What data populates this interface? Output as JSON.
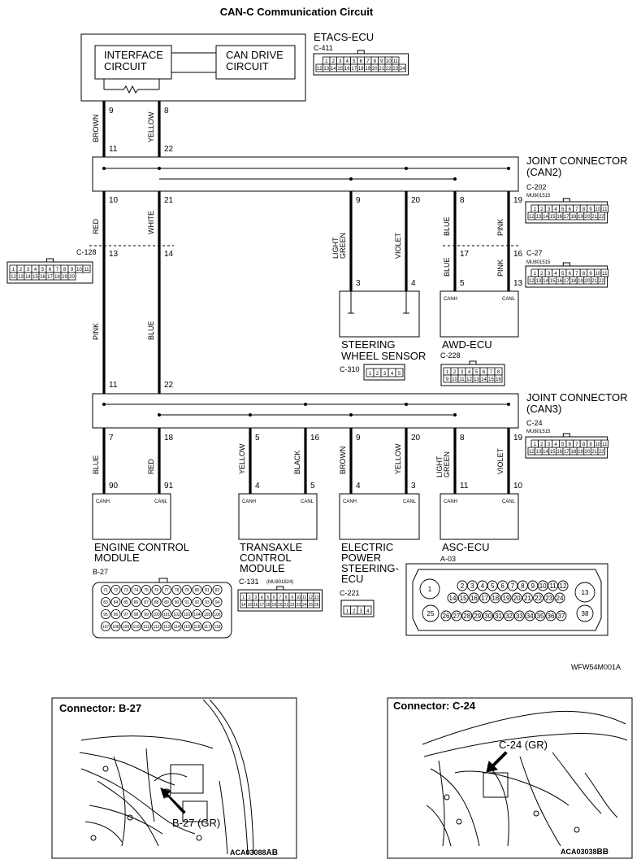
{
  "title": "CAN-C Communication Circuit",
  "etacs": {
    "name": "ETACS-ECU",
    "connector": "C-411",
    "interface": [
      "INTERFACE",
      "CIRCUIT"
    ],
    "can_drive": [
      "CAN DRIVE",
      "CIRCUIT"
    ],
    "pins": [
      "9",
      "8"
    ],
    "conn_row1": [
      "1",
      "2",
      "3",
      "4",
      "5",
      "6",
      "7",
      "8",
      "9",
      "10",
      "11"
    ],
    "conn_row2": [
      "12",
      "13",
      "14",
      "15",
      "16",
      "17",
      "18",
      "19",
      "20",
      "21",
      "22",
      "23",
      "24"
    ]
  },
  "joint_can2": {
    "title": [
      "JOINT CONNECTOR",
      "(CAN2)"
    ],
    "connector": "C-202",
    "part": "MU801515",
    "top_pins": [
      "11",
      "22"
    ],
    "bottom_pins": [
      "10",
      "21",
      "9",
      "20",
      "8",
      "19"
    ],
    "conn_row1": [
      "1",
      "2",
      "3",
      "4",
      "5",
      "6",
      "7",
      "8",
      "9",
      "10",
      "11"
    ],
    "conn_row2": [
      "12",
      "13",
      "14",
      "15",
      "16",
      "17",
      "18",
      "19",
      "20",
      "21",
      "22"
    ]
  },
  "joint_can3": {
    "title": [
      "JOINT CONNECTOR",
      "(CAN3)"
    ],
    "connector": "C-24",
    "part": "MU801515",
    "top_pins": [
      "11",
      "22"
    ],
    "bottom_pins": [
      "7",
      "18",
      "5",
      "16",
      "9",
      "20",
      "8",
      "19"
    ],
    "conn_row1": [
      "1",
      "2",
      "3",
      "4",
      "5",
      "6",
      "7",
      "8",
      "9",
      "10",
      "11"
    ],
    "conn_row2": [
      "12",
      "13",
      "14",
      "15",
      "16",
      "17",
      "18",
      "19",
      "20",
      "21",
      "22"
    ]
  },
  "c128": {
    "connector": "C-128",
    "pins": [
      "13",
      "14"
    ],
    "conn_row1": [
      "1",
      "2",
      "3",
      "4",
      "5",
      "6",
      "7",
      "8",
      "9",
      "10",
      "11"
    ],
    "conn_row2": [
      "12",
      "13",
      "14",
      "15",
      "16",
      "17",
      "18",
      "19",
      "20"
    ]
  },
  "c27": {
    "connector": "C-27",
    "part": "MU801515",
    "pins": [
      "17",
      "16"
    ],
    "conn_row1": [
      "1",
      "2",
      "3",
      "4",
      "5",
      "6",
      "7",
      "8",
      "9",
      "10",
      "11"
    ],
    "conn_row2": [
      "12",
      "13",
      "14",
      "15",
      "16",
      "17",
      "18",
      "19",
      "20",
      "21",
      "22"
    ]
  },
  "wire_colors": {
    "etacs_brown": "BROWN",
    "etacs_yellow": "YELLOW",
    "red1": "RED",
    "white": "WHITE",
    "pink1": "PINK",
    "blue1": "BLUE",
    "light": "LIGHT",
    "green": "GREEN",
    "violet1": "VIOLET",
    "blue_awd1": "BLUE",
    "pink_awd1": "PINK",
    "blue_awd2": "BLUE",
    "pink_awd2": "PINK",
    "ecm_blue": "BLUE",
    "ecm_red": "RED",
    "tcm_yellow": "YELLOW",
    "tcm_black": "BLACK",
    "eps_brown": "BROWN",
    "eps_yellow": "YELLOW",
    "asc_light": "LIGHT",
    "asc_green": "GREEN",
    "asc_violet": "VIOLET"
  },
  "steering": {
    "name": [
      "STEERING",
      "WHEEL SENSOR"
    ],
    "connector": "C-310",
    "pins": [
      "3",
      "4"
    ],
    "conn_pins": [
      "1",
      "2",
      "3",
      "4",
      "5"
    ]
  },
  "awd": {
    "name": "AWD-ECU",
    "connector": "C-228",
    "pins": [
      "5",
      "13"
    ],
    "canh": "CANH",
    "canl": "CANL",
    "conn_row1": [
      "1",
      "2",
      "3",
      "4",
      "5",
      "6",
      "7",
      "8"
    ],
    "conn_row2": [
      "9",
      "10",
      "11",
      "12",
      "13",
      "14",
      "15",
      "16"
    ]
  },
  "ecm": {
    "name": [
      "ENGINE CONTROL",
      "MODULE"
    ],
    "connector": "B-27",
    "pins": [
      "90",
      "91"
    ],
    "canh": "CANH",
    "canl": "CANL",
    "rows": [
      [
        "71",
        "72",
        "73",
        "74",
        "75",
        "76",
        "77",
        "78",
        "79",
        "80",
        "81",
        "82"
      ],
      [
        "83",
        "84",
        "85",
        "86",
        "87",
        "88",
        "89",
        "90",
        "91",
        "92",
        "93",
        "94"
      ],
      [
        "95",
        "96",
        "97",
        "98",
        "99",
        "100",
        "101",
        "102",
        "103",
        "104",
        "105",
        "106"
      ],
      [
        "107",
        "108",
        "109",
        "110",
        "111",
        "112",
        "113",
        "114",
        "115",
        "116",
        "117",
        "118"
      ]
    ]
  },
  "tcm": {
    "name": [
      "TRANSAXLE",
      "CONTROL",
      "MODULE"
    ],
    "connector": "C-131",
    "part": "(MU801824)",
    "pins": [
      "4",
      "5"
    ],
    "canh": "CANH",
    "canl": "CANL",
    "conn_row1": [
      "1",
      "2",
      "3",
      "4",
      "5",
      "6",
      "7",
      "8",
      "9",
      "10",
      "11",
      "12",
      "13"
    ],
    "conn_row2": [
      "14",
      "15",
      "16",
      "17",
      "18",
      "19",
      "20",
      "21",
      "22",
      "23",
      "24",
      "25",
      "26"
    ]
  },
  "eps": {
    "name": [
      "ELECTRIC",
      "POWER",
      "STEERING-",
      "ECU"
    ],
    "connector": "C-221",
    "pins": [
      "4",
      "3"
    ],
    "canh": "CANH",
    "canl": "CANL",
    "conn_pins": [
      "1",
      "2",
      "3",
      "4"
    ]
  },
  "asc": {
    "name": "ASC-ECU",
    "connector": "A-03",
    "pins": [
      "11",
      "10"
    ],
    "canh": "CANH",
    "canl": "CANL",
    "big_pins": [
      "1",
      "13",
      "25",
      "38"
    ],
    "row1": [
      "2",
      "3",
      "4",
      "5",
      "6",
      "7",
      "8",
      "9",
      "10",
      "11",
      "12"
    ],
    "row2": [
      "14",
      "15",
      "16",
      "17",
      "18",
      "19",
      "20",
      "21",
      "22",
      "23",
      "24"
    ],
    "row3": [
      "26",
      "27",
      "28",
      "29",
      "30",
      "31",
      "32",
      "33",
      "34",
      "35",
      "36",
      "37"
    ]
  },
  "figure_code": "WFW54M001A",
  "photo1": {
    "title": "Connector: B-27",
    "callout": "B-27 (GR)",
    "code": "ACA03088",
    "suffix": "AB"
  },
  "photo2": {
    "title": "Connector: C-24",
    "callout": "C-24 (GR)",
    "code": "ACA03038",
    "suffix": "BB"
  }
}
